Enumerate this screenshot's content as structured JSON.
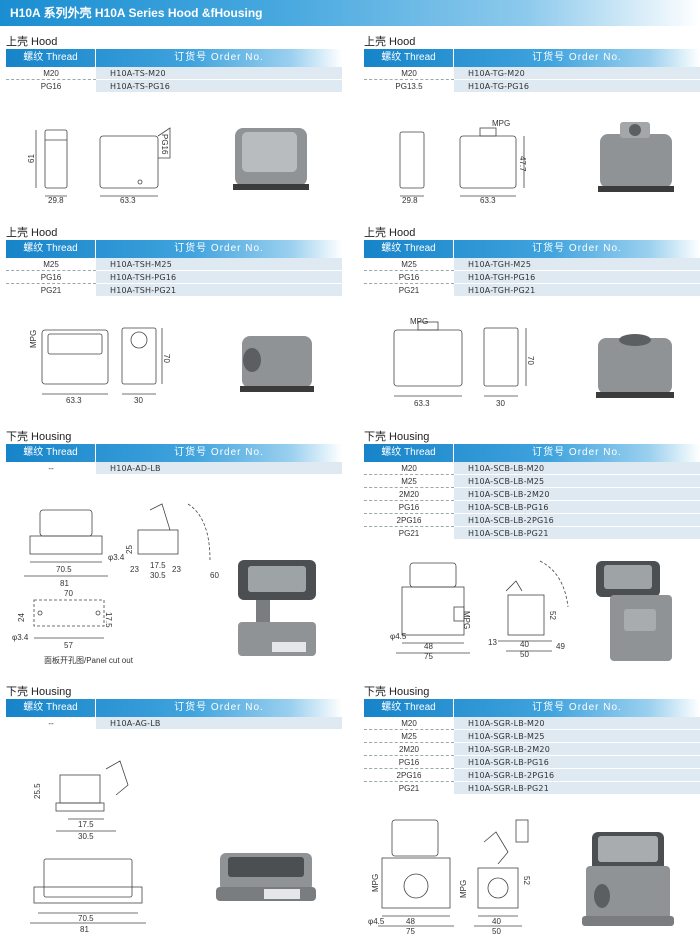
{
  "header": {
    "title": "H10A 系列外壳  H10A Series Hood &fHousing"
  },
  "table_labels": {
    "thread": "螺纹 Thread",
    "order": "订货号 Order No."
  },
  "sections": [
    {
      "title": "上壳 Hood",
      "rows": [
        [
          "M20",
          "H10A-TS-M20"
        ],
        [
          "PG16",
          "H10A-TS-PG16"
        ]
      ]
    },
    {
      "title": "上壳 Hood",
      "rows": [
        [
          "M20",
          "H10A-TG-M20"
        ],
        [
          "PG13.5",
          "H10A-TG-PG16"
        ]
      ]
    },
    {
      "title": "上壳 Hood",
      "rows": [
        [
          "M25",
          "H10A-TSH-M25"
        ],
        [
          "PG16",
          "H10A-TSH-PG16"
        ],
        [
          "PG21",
          "H10A-TSH-PG21"
        ]
      ]
    },
    {
      "title": "上壳 Hood",
      "rows": [
        [
          "M25",
          "H10A-TGH-M25"
        ],
        [
          "PG16",
          "H10A-TGH-PG16"
        ],
        [
          "PG21",
          "H10A-TGH-PG21"
        ]
      ]
    },
    {
      "title": "下壳 Housing",
      "rows": [
        [
          "--",
          "H10A-AD-LB"
        ]
      ]
    },
    {
      "title": "下壳 Housing",
      "rows": [
        [
          "M20",
          "H10A-SCB-LB-M20"
        ],
        [
          "M25",
          "H10A-SCB-LB-M25"
        ],
        [
          "2M20",
          "H10A-SCB-LB-2M20"
        ],
        [
          "PG16",
          "H10A-SCB-LB-PG16"
        ],
        [
          "2PG16",
          "H10A-SCB-LB-2PG16"
        ],
        [
          "PG21",
          "H10A-SCB-LB-PG21"
        ]
      ]
    },
    {
      "title": "下壳 Housing",
      "rows": [
        [
          "--",
          "H10A-AG-LB"
        ]
      ]
    },
    {
      "title": "下壳 Housing",
      "rows": [
        [
          "M20",
          "H10A-SGR-LB-M20"
        ],
        [
          "M25",
          "H10A-SGR-LB-M25"
        ],
        [
          "2M20",
          "H10A-SGR-LB-2M20"
        ],
        [
          "PG16",
          "H10A-SGR-LB-PG16"
        ],
        [
          "2PG16",
          "H10A-SGR-LB-2PG16"
        ],
        [
          "PG21",
          "H10A-SGR-LB-PG21"
        ]
      ]
    }
  ],
  "dims": {
    "s1": [
      "61",
      "29.8",
      "63.3",
      "PG16"
    ],
    "s2": [
      "47.7",
      "29.8",
      "63.3",
      "MPG"
    ],
    "s3": [
      "MPG",
      "63.3",
      "70",
      "30"
    ],
    "s4": [
      "MPG",
      "63.3",
      "70",
      "30"
    ],
    "s5": [
      "25",
      "φ3.4",
      "70.5",
      "81",
      "23",
      "17.5",
      "30.5",
      "23",
      "60",
      "70",
      "24",
      "17.5",
      "φ3.4",
      "57"
    ],
    "s6": [
      "φ4.5",
      "48",
      "75",
      "52",
      "13",
      "40",
      "49",
      "50",
      "MPG"
    ],
    "s7": [
      "25.5",
      "17.5",
      "30.5",
      "70.5",
      "81"
    ],
    "s8": [
      "φ4.5",
      "48",
      "75",
      "MPG",
      "52",
      "MPG",
      "40",
      "50"
    ]
  },
  "panel_note": "面板开孔图/Panel cut out"
}
